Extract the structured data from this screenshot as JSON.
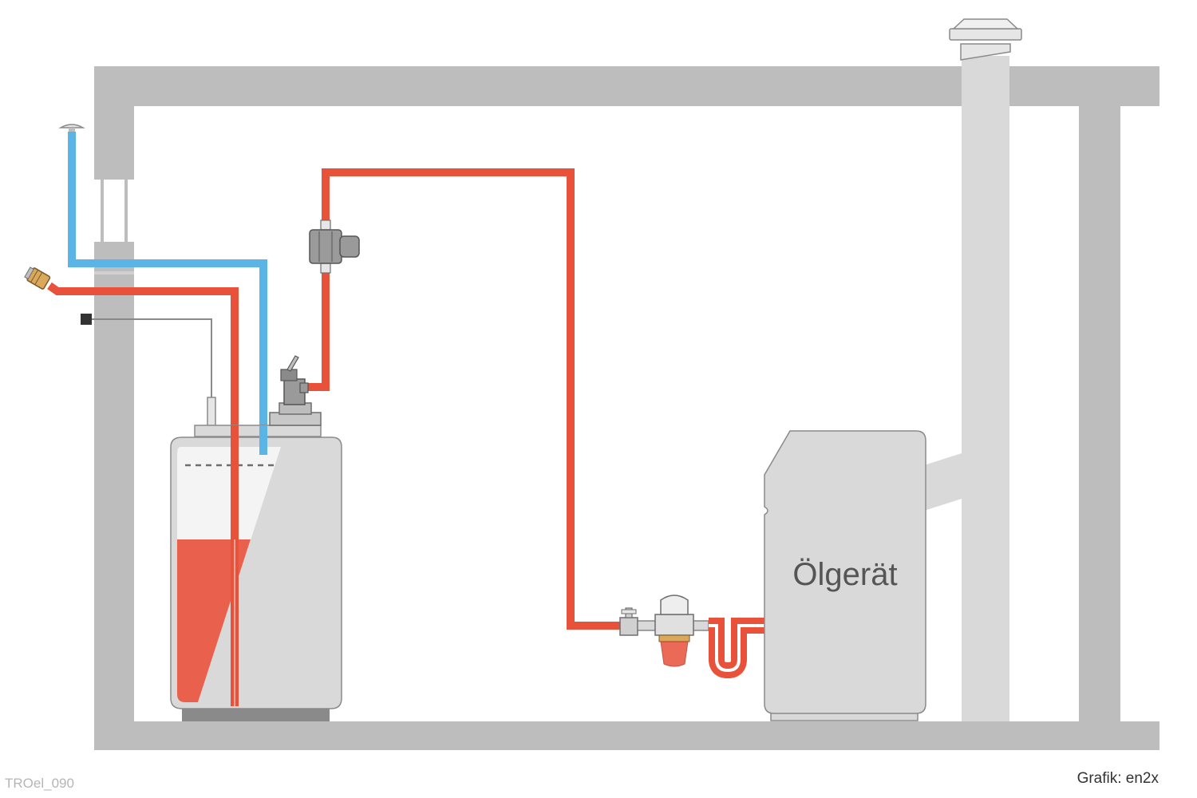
{
  "labels": {
    "appliance": "Ölgerät",
    "figure_ref": "TROel_090",
    "credit": "Grafik: en2x"
  },
  "colors": {
    "wall": "#bdbdbd",
    "chimney": "#d9d9d9",
    "oil_line": "#e8513a",
    "vent_line": "#5ab4e6",
    "tank_body": "#d9d9d9",
    "oil_fill": "#e8513a",
    "appliance_body": "#d9d9d9",
    "outline": "#8a8a8a"
  },
  "icons": {
    "vent_cap": "vent-cap-icon",
    "fill_coupling": "fill-coupling-icon",
    "level_sensor_plug": "level-sensor-plug-icon",
    "pump_valve": "pump-valve-icon",
    "anti_siphon_valve": "anti-siphon-valve-icon",
    "shutoff_valve": "shutoff-valve-icon",
    "oil_filter": "oil-filter-icon",
    "chimney_cap": "chimney-cap-icon"
  }
}
